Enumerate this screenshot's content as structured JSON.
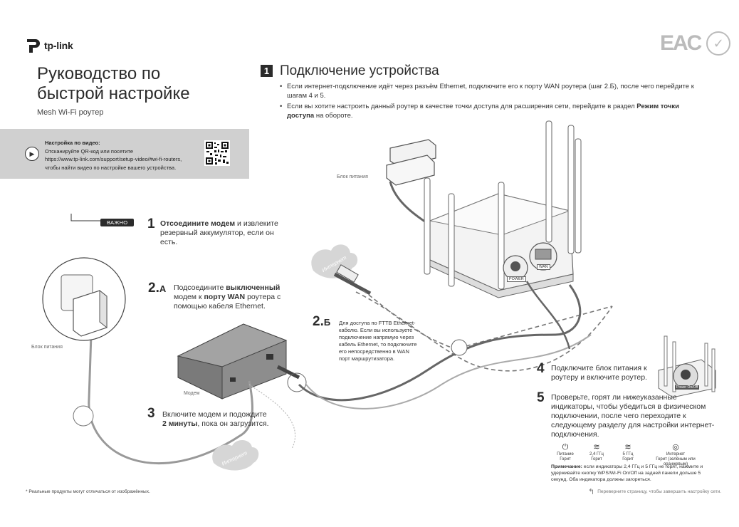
{
  "brand": {
    "name": "tp-link",
    "icon": "tp-link-logo-icon"
  },
  "certification": {
    "mark_text": "EAC",
    "icon": "certification-mark-icon"
  },
  "header": {
    "title": "Руководство по быстрой настройке",
    "subtitle": "Mesh Wi-Fi роутер"
  },
  "video": {
    "heading": "Настройка по видео:",
    "line1": "Отсканируйте QR-код или посетите",
    "line2": "https://www.tp-link.com/support/setup-video/#wi-fi-routers,",
    "line3": "чтобы найти видео по настройке вашего устройства.",
    "icon": "play-icon",
    "qr_icon": "qr-code-icon"
  },
  "section": {
    "number": "1",
    "title": "Подключение устройства",
    "bullet1": "Если интернет-подключение идёт через разъём Ethernet, подключите его к порту WAN роутера (шаг 2.Б), после чего перейдите к шагам 4 и 5.",
    "bullet2_pre": "Если вы хотите настроить данный роутер в качестве точки доступа для расширения сети, перейдите в раздел ",
    "bullet2_bold": "Режим точки доступа",
    "bullet2_post": " на обороте."
  },
  "important_badge": "ВАЖНО",
  "steps": {
    "s1": {
      "num": "1",
      "bold": "Отсоедините модем",
      "text": " и извлеките резервный аккумулятор, если он есть."
    },
    "s2a": {
      "num": "2.",
      "sub": "А",
      "pre": "Подсоедините ",
      "bold": "выключенный",
      "mid": " модем к ",
      "bold2": "порту WAN",
      "post": " роутера с помощью кабеля Ethernet."
    },
    "s2b": {
      "num": "2.",
      "sub": "Б",
      "text": "Для доступа по FTTB Ethernet-кабелю. Если вы используете подключение напрямую через кабель Ethernet, то подключите его непосредственно в WAN порт маршрутизатора."
    },
    "s3": {
      "num": "3",
      "pre": "Включите модем и подождите ",
      "bold": "2 минуты",
      "post": ", пока он загрузится."
    },
    "s4": {
      "num": "4",
      "text": "Подключите блок питания к роутеру и включите роутер."
    },
    "s5": {
      "num": "5",
      "text": "Проверьте, горят ли нижеуказанные индикаторы, чтобы убедиться в физическом подключении, после чего переходите к следующему разделу для настройки интернет-подключения."
    }
  },
  "labels": {
    "power_adapter_top": "Блок питания",
    "power_adapter_left": "Блок питания",
    "modem": "Модем",
    "internet": "Интернет",
    "power_port": "POWER",
    "wan_port": "WAN",
    "power_btn": "Power On/Off"
  },
  "indicators": [
    {
      "icon": "power-indicator-icon",
      "glyph": "⏻",
      "name": "Питание",
      "state": "Горит"
    },
    {
      "icon": "wifi-2g-icon",
      "glyph": "≋",
      "name": "2,4 ГГц",
      "state": "Горит"
    },
    {
      "icon": "wifi-5g-icon",
      "glyph": "≋",
      "name": "5 ГГц",
      "state": "Горит"
    },
    {
      "icon": "internet-indicator-icon",
      "glyph": "◎",
      "name": "Интернет",
      "state": "Горит (зелёным или оранжевым)"
    }
  ],
  "note": {
    "bold": "Примечание:",
    "text": " если индикаторы 2,4 ГГц и 5 ГГц не горят, нажмите и удерживайте кнопку WPS/Wi-Fi On/Off на задней панели дольше 5 секунд. Оба индикатора должны загореться."
  },
  "footnote": "* Реальные продукты могут отличаться от изображённых.",
  "turn_page": {
    "icon": "turn-page-icon",
    "text": "Переверните страницу, чтобы завершить настройку сети."
  }
}
